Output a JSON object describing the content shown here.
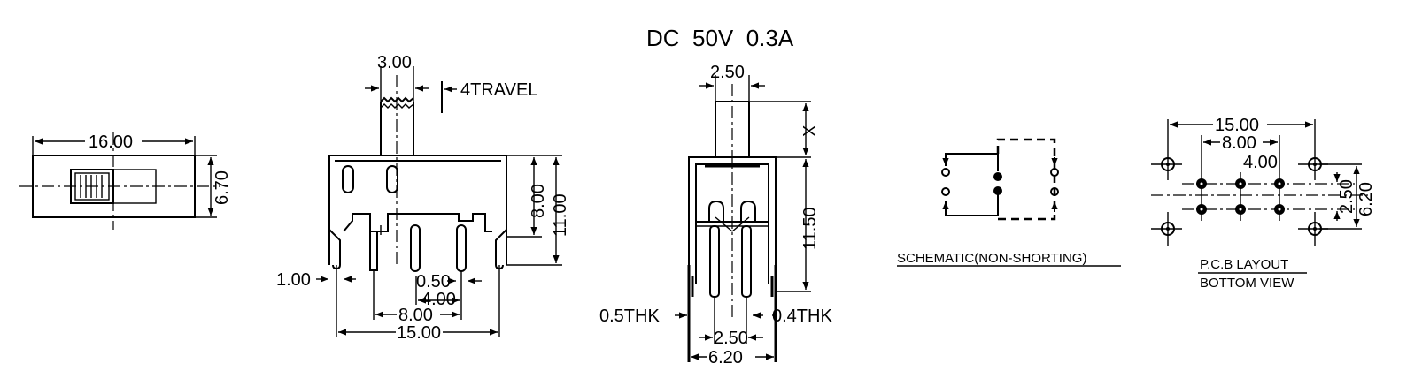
{
  "title": "DC  50V  0.3A",
  "top_view": {
    "length": "16.00",
    "height": "6.70"
  },
  "front_view": {
    "actuator_width": "3.00",
    "travel": "4TRAVEL",
    "body_height": "8.00",
    "overall_height": "11.00",
    "leg_offset": "1.00",
    "pin_width": "0.50",
    "pin_pitch": "4.00",
    "pin_span": "8.00",
    "overall_width": "15.00"
  },
  "side_view": {
    "actuator_width": "2.50",
    "actuator_height": "X",
    "body_height": "11.50",
    "left_thickness": "0.5THK",
    "right_thickness": "0.4THK",
    "pin_spacing": "2.50",
    "overall_width": "6.20"
  },
  "schematic": {
    "caption": "SCHEMATIC(NON-SHORTING)"
  },
  "pcb_layout": {
    "caption_line1": "P.C.B LAYOUT",
    "caption_line2": "BOTTOM VIEW",
    "outer_span": "15.00",
    "pin_span": "8.00",
    "pin_pitch": "4.00",
    "row_spacing": "2.50",
    "outer_row_spacing": "6.20"
  }
}
